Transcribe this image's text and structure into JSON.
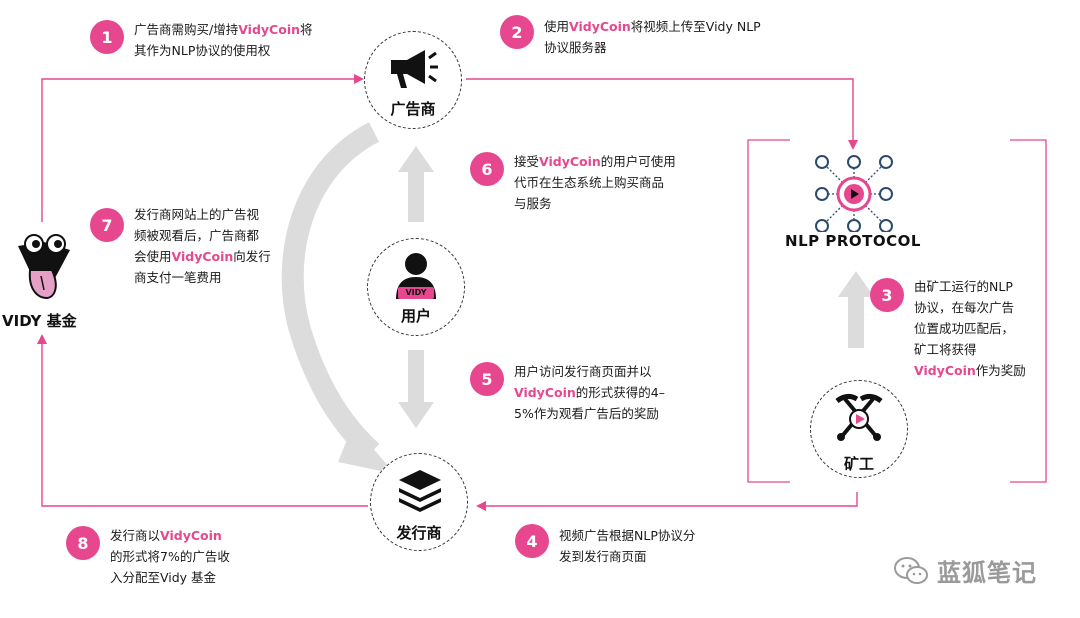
{
  "colors": {
    "accent": "#e6478f",
    "gray_arrow": "#d4d4d4",
    "line": "#e6478f"
  },
  "nodes": {
    "advertiser": {
      "label": "广告商",
      "icon": "megaphone-icon"
    },
    "user": {
      "label": "用户",
      "badge": "VIDY",
      "icon": "user-icon"
    },
    "publisher": {
      "label": "发行商",
      "icon": "layers-icon"
    },
    "miner": {
      "label": "矿工",
      "icon": "pickaxe-icon"
    },
    "nlp": {
      "label": "NLP PROTOCOL",
      "icon": "network-icon"
    },
    "fund": {
      "label": "VIDY 基金",
      "icon": "vidy-mascot-icon"
    }
  },
  "steps": [
    {
      "n": "1",
      "lines": [
        [
          [
            "广告商需购买/增持",
            ""
          ],
          [
            "VidyCoin",
            "hl"
          ],
          [
            "将",
            ""
          ]
        ],
        [
          [
            "其作为NLP协议的使用权",
            ""
          ]
        ]
      ]
    },
    {
      "n": "2",
      "lines": [
        [
          [
            "使用",
            ""
          ],
          [
            "VidyCoin",
            "hl"
          ],
          [
            "将视频上传至Vidy NLP",
            ""
          ]
        ],
        [
          [
            "协议服务器",
            ""
          ]
        ]
      ]
    },
    {
      "n": "3",
      "lines": [
        [
          [
            "由矿工运行的NLP",
            ""
          ]
        ],
        [
          [
            "协议，在每次广告",
            ""
          ]
        ],
        [
          [
            "位置成功匹配后，",
            ""
          ]
        ],
        [
          [
            "矿工将获得",
            ""
          ]
        ],
        [
          [
            "VidyCoin",
            "hl"
          ],
          [
            "作为奖励",
            ""
          ]
        ]
      ]
    },
    {
      "n": "4",
      "lines": [
        [
          [
            "视频广告根据NLP协议分",
            ""
          ]
        ],
        [
          [
            "发到发行商页面",
            ""
          ]
        ]
      ]
    },
    {
      "n": "5",
      "lines": [
        [
          [
            "用户访问发行商页面并以",
            ""
          ]
        ],
        [
          [
            "VidyCoin",
            "hl"
          ],
          [
            "的形式获得的4–",
            ""
          ]
        ],
        [
          [
            "5%作为观看广告后的奖励",
            ""
          ]
        ]
      ]
    },
    {
      "n": "6",
      "lines": [
        [
          [
            "接受",
            ""
          ],
          [
            "VidyCoin",
            "hl"
          ],
          [
            "的用户可使用",
            ""
          ]
        ],
        [
          [
            "代币在生态系统上购买商品",
            ""
          ]
        ],
        [
          [
            "与服务",
            ""
          ]
        ]
      ]
    },
    {
      "n": "7",
      "lines": [
        [
          [
            "发行商网站上的广告视",
            ""
          ]
        ],
        [
          [
            "频被观看后，广告商都",
            ""
          ]
        ],
        [
          [
            "会使用",
            ""
          ],
          [
            "VidyCoin",
            "hl"
          ],
          [
            "向发行",
            ""
          ]
        ],
        [
          [
            "商支付一笔费用",
            ""
          ]
        ]
      ]
    },
    {
      "n": "8",
      "lines": [
        [
          [
            "发行商以",
            ""
          ],
          [
            "VidyCoin",
            "hl"
          ]
        ],
        [
          [
            "的形式将7%的广告收",
            ""
          ]
        ],
        [
          [
            "入分配至Vidy 基金",
            ""
          ]
        ]
      ]
    }
  ],
  "watermark": {
    "text": "蓝狐笔记",
    "icon": "wechat-icon"
  }
}
